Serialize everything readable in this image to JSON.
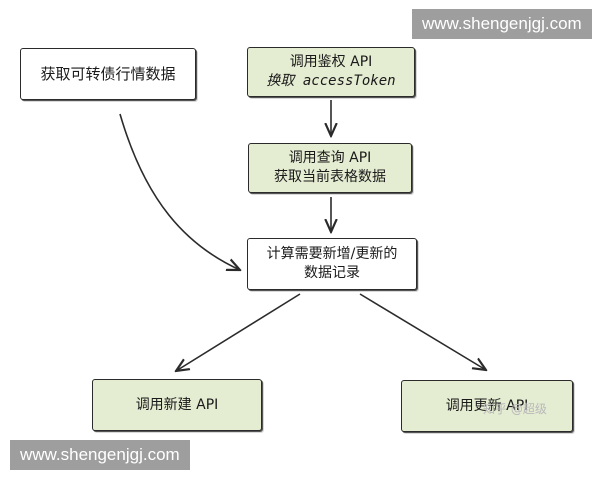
{
  "watermarks": {
    "top": "www.shengenjgj.com",
    "bottom": "www.shengenjgj.com"
  },
  "corner_text": "知乎 @超级",
  "nodes": {
    "fetch_bond_quote": {
      "line1": "获取可转债行情数据"
    },
    "auth_api": {
      "line1": "调用鉴权 API",
      "line2": "换取 accessToken"
    },
    "query_api": {
      "line1": "调用查询 API",
      "line2": "获取当前表格数据"
    },
    "compute": {
      "line1": "计算需要新增/更新的",
      "line2": "数据记录"
    },
    "create_api": {
      "line1": "调用新建 API"
    },
    "update_api": {
      "line1": "调用更新 API"
    }
  },
  "colors": {
    "green_box": "#e4ecd2",
    "white_box": "#ffffff",
    "stroke": "#2b2b2b"
  }
}
